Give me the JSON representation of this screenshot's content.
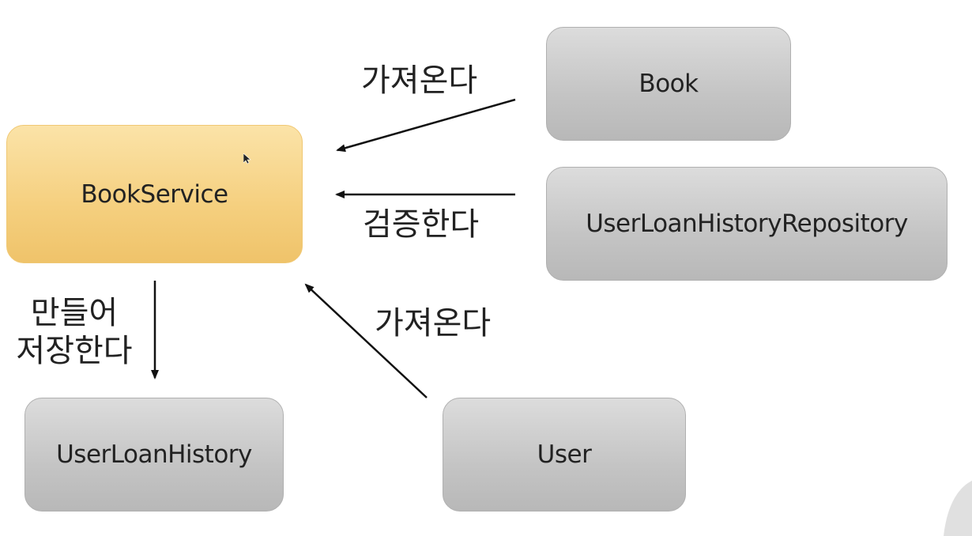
{
  "nodes": {
    "book_service": "BookService",
    "book": "Book",
    "user_loan_history_repository": "UserLoanHistoryRepository",
    "user_loan_history": "UserLoanHistory",
    "user": "User"
  },
  "edges": {
    "book_to_service": "가져온다",
    "repository_to_service": "검증한다",
    "service_to_loan_history_line1": "만들어",
    "service_to_loan_history_line2": "저장한다",
    "user_to_service": "가져온다"
  },
  "colors": {
    "service_box": "#f5cf7e",
    "entity_box": "#c8c8c8",
    "arrow": "#111111",
    "text": "#222222"
  }
}
